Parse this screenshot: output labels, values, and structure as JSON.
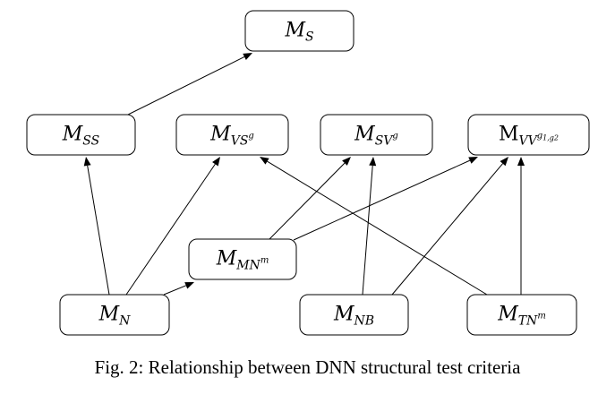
{
  "nodes": [
    {
      "id": "MS",
      "base": "M",
      "sub": "S",
      "sup": "",
      "supsub": ""
    },
    {
      "id": "MSS",
      "base": "M",
      "sub": "SS",
      "sup": "",
      "supsub": ""
    },
    {
      "id": "MVSg",
      "base": "M",
      "sub": "VS",
      "sup": "g",
      "supsub": ""
    },
    {
      "id": "MSVg",
      "base": "M",
      "sub": "SV",
      "sup": "g",
      "supsub": ""
    },
    {
      "id": "MVVg1g2",
      "base": "M",
      "sub": "VV",
      "sup": "g",
      "supsub": "1,g2",
      "base_upright": true
    },
    {
      "id": "MMNm",
      "base": "M",
      "sub": "MN",
      "sup": "m",
      "supsub": ""
    },
    {
      "id": "MN",
      "base": "M",
      "sub": "N",
      "sup": "",
      "supsub": ""
    },
    {
      "id": "MNB",
      "base": "M",
      "sub": "NB",
      "sup": "",
      "supsub": ""
    },
    {
      "id": "MTNm",
      "base": "M",
      "sub": "TN",
      "sup": "m",
      "supsub": ""
    }
  ],
  "edges": [
    {
      "from": "MSS",
      "to": "MS"
    },
    {
      "from": "MN",
      "to": "MSS"
    },
    {
      "from": "MN",
      "to": "MVSg"
    },
    {
      "from": "MN",
      "to": "MMNm"
    },
    {
      "from": "MMNm",
      "to": "MSVg"
    },
    {
      "from": "MMNm",
      "to": "MVVg1g2"
    },
    {
      "from": "MNB",
      "to": "MSVg"
    },
    {
      "from": "MNB",
      "to": "MVVg1g2"
    },
    {
      "from": "MTNm",
      "to": "MVVg1g2"
    },
    {
      "from": "MTNm",
      "to": "MVSg"
    }
  ],
  "caption": "Fig. 2: Relationship between DNN structural test criteria"
}
